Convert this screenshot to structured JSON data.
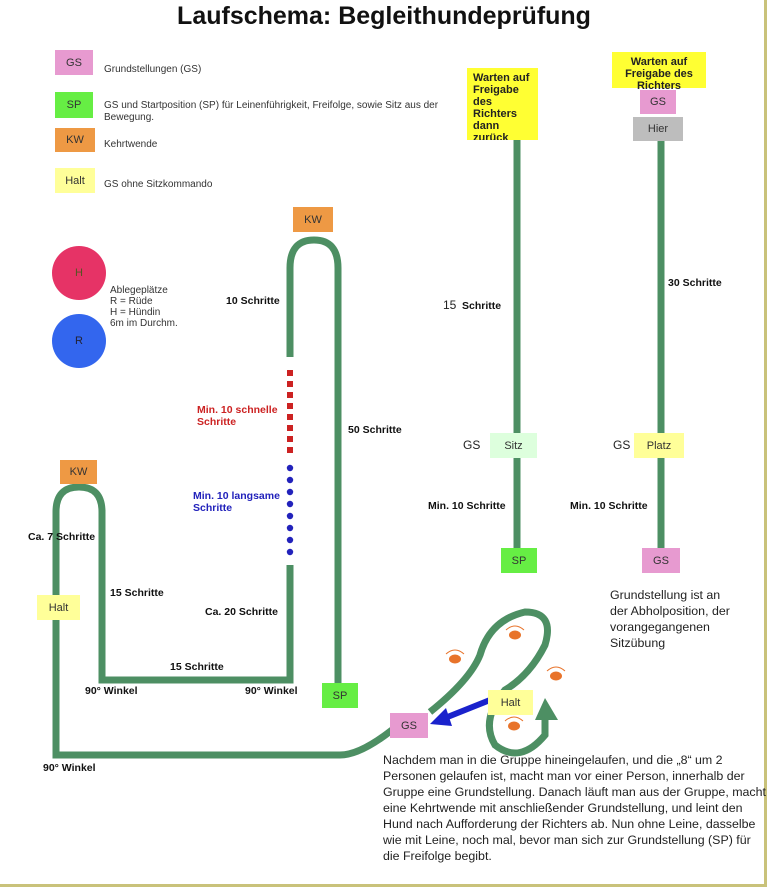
{
  "title": "Laufschema: Begleithundeprüfung",
  "legend": [
    {
      "code": "GS",
      "text": "Grundstellungen (GS)",
      "color": "#e79ad0"
    },
    {
      "code": "SP",
      "text": "GS und Startposition (SP) für Leinenführigkeit, Freifolge, sowie Sitz aus der Bewegung.",
      "color": "#66ee44"
    },
    {
      "code": "KW",
      "text": "Kehrtwende",
      "color": "#ee9944"
    },
    {
      "code": "Halt",
      "text": "GS ohne Sitzkommando",
      "color": "#ffff99"
    }
  ],
  "ablage": {
    "h_label": "H",
    "r_label": "R",
    "lines": [
      "Ablegeplätze",
      "R = Rüde",
      "H = Hündin",
      "6m im Durchm."
    ]
  },
  "course": {
    "kw_top": "KW",
    "kw_left": "KW",
    "halt_left": "Halt",
    "sp_mid": "SP",
    "gs_group": "GS",
    "halt_group": "Halt",
    "labels": {
      "ten": "10 Schritte",
      "fast": "Min. 10 schnelle Schritte",
      "slow": "Min. 10 langsame Schritte",
      "ca20": "Ca. 20 Schritte",
      "fifty": "50 Schritte",
      "ca7": "Ca. 7 Schritte",
      "fifteen_a": "15 Schritte",
      "fifteen_b": "15 Schritte",
      "angle1": "90° Winkel",
      "angle2": "90° Winkel",
      "angle3": "90° Winkel"
    }
  },
  "sitz_column": {
    "note": "Warten auf Freigabe des Richters dann zurück zum Hund",
    "steps_num": "15",
    "steps": "Schritte",
    "gs_label": "GS",
    "box": "Sitz",
    "min": "Min. 10 Schritte",
    "start": "SP"
  },
  "platz_column": {
    "note": "Warten auf Freigabe des Richters",
    "gs": "GS",
    "hier": "Hier",
    "steps": "30 Schritte",
    "gs_label": "GS",
    "box": "Platz",
    "min": "Min. 10 Schritte",
    "start": "GS",
    "caption": "Grundstellung ist an der Abholposition, der vorangegangenen Sitzübung"
  },
  "description": "Nachdem man in die Gruppe hineingelaufen, und die „8“ um 2 Personen gelaufen ist, macht man vor einer Person, innerhalb der Gruppe eine Grundstellung. Danach läuft man aus der Gruppe, macht eine Kehrtwende mit anschließender Grundstellung, und leint den Hund nach Aufforderung der Richters ab. Nun ohne Leine, dasselbe wie mit Leine, noch mal, bevor man sich zur Grundstellung (SP) für die Freifolge begibt.",
  "colors": {
    "path": "#4d8f63",
    "fast": "#cc2222",
    "slow": "#2222bb",
    "arrow": "#1a22cc",
    "person": "#e8732a"
  }
}
